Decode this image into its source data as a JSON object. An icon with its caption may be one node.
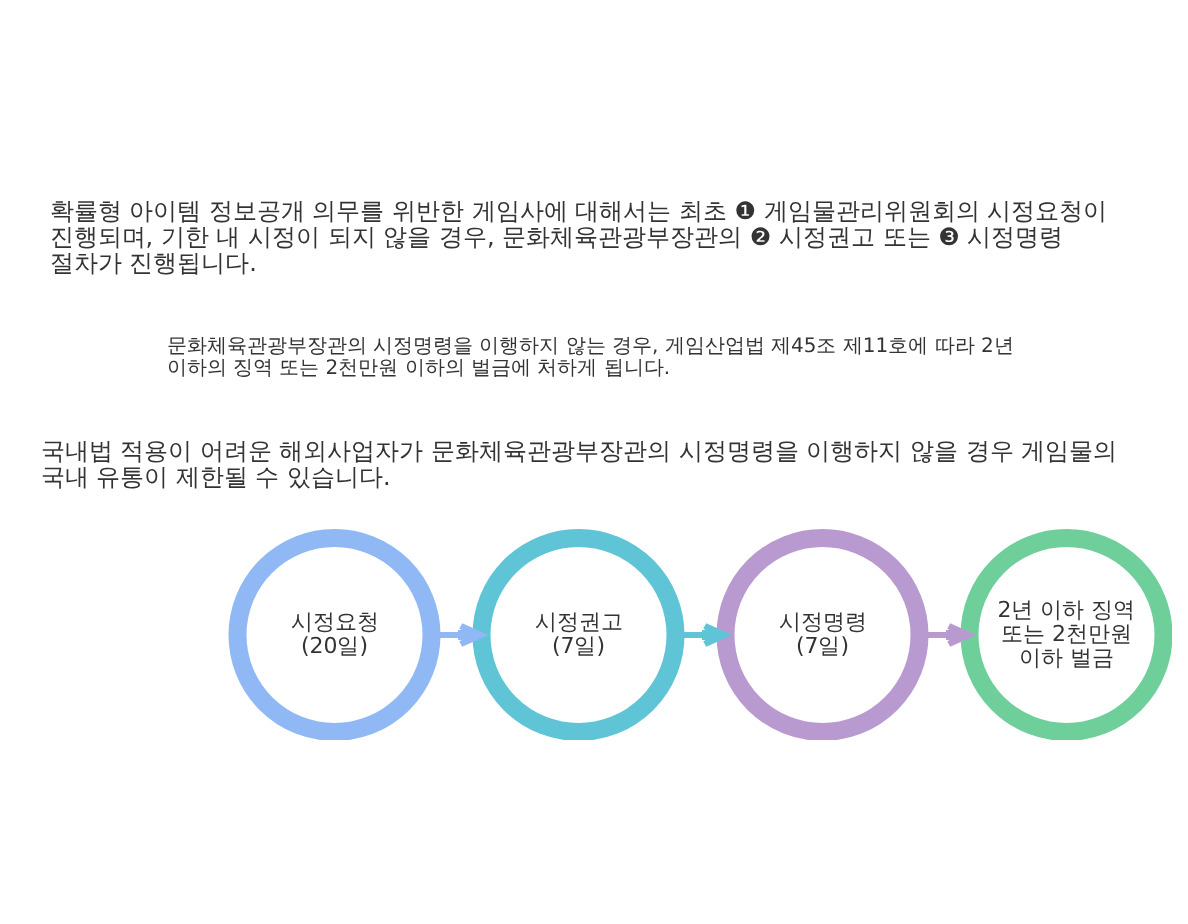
{
  "diagram": {
    "nodes": [
      {
        "text": [
          "시정요청",
          "(20일)"
        ]
      },
      {
        "text": [
          "시정권고",
          "(7일)"
        ]
      },
      {
        "text": [
          "시정명령",
          "(7일)"
        ]
      },
      {
        "text": [
          "2년 이하 징역 또는 2천만원 이하 벌금"
        ]
      }
    ],
    "edges": [
      {
        "from": 0,
        "to": 1,
        "arrow": "to",
        "color": "#8fb8f5"
      },
      {
        "from": 1,
        "to": 2,
        "arrow": "to",
        "color": "#5fc4d6"
      },
      {
        "from": 2,
        "to": 3,
        "arrow": "to",
        "color": "#b99ad0"
      }
    ],
    "labels": [
      "확률형 아이템 정보공개 의무를 위반한 게임사에 대해서는 최초 ❶ 게임물관리위원회의 시정요청이 진행되며, 기한 내 시정이 되지 않을 경우, 문화체육관광부장관의 ❷ 시정권고 또는 ❸ 시정명령 절차가 진행됩니다.",
      "문화체육관광부장관의 시정명령을 이행하지 않는 경우, 게임산업법 제45조 제11호에 따라 2년 이하의 징역 또는 2천만원 이하의 벌금에 처하게 됩니다.",
      "국내법 적용이 어려운 해외사업자가 문화체육관광부장관의 시정명령을 이행하지 않을 경우 게임물의 국내 유통이 제한될 수 있습니다."
    ]
  }
}
